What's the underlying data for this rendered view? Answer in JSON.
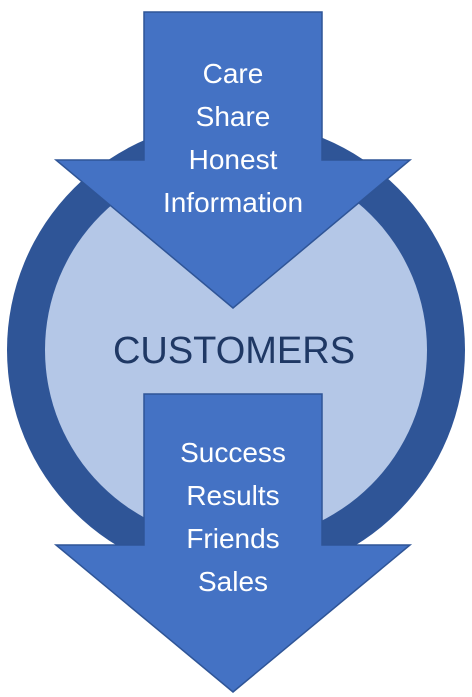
{
  "colors": {
    "ring_outer": "#2f5597",
    "circle_fill": "#b4c7e7",
    "arrow_fill": "#4472c4",
    "arrow_stroke": "#2f5597",
    "arrow_text": "#ffffff",
    "center_text": "#1f3864"
  },
  "top_arrow": {
    "lines": [
      "Care",
      "Share",
      "Honest",
      "Information"
    ]
  },
  "center": {
    "label": "CUSTOMERS"
  },
  "bottom_arrow": {
    "lines": [
      "Success",
      "Results",
      "Friends",
      "Sales"
    ]
  }
}
